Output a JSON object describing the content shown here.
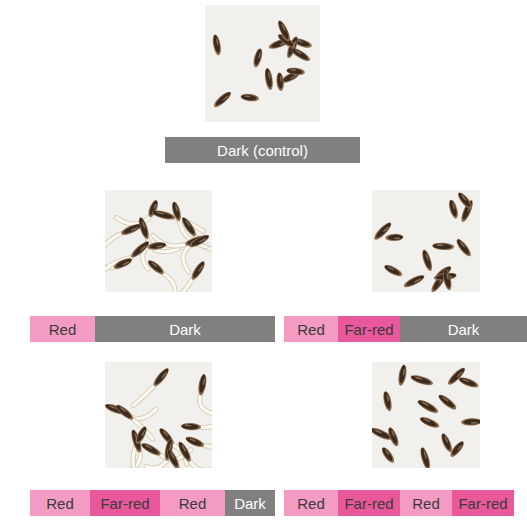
{
  "diagram": {
    "nodes": [
      {
        "text": [
          "Dark (control)"
        ]
      },
      {
        "text": [
          "Red"
        ]
      },
      {
        "text": [
          "Dark"
        ]
      },
      {
        "text": [
          "Red"
        ]
      },
      {
        "text": [
          "Far-red"
        ]
      },
      {
        "text": [
          "Dark"
        ]
      },
      {
        "text": [
          "Red"
        ]
      },
      {
        "text": [
          "Far-red"
        ]
      },
      {
        "text": [
          "Red"
        ]
      },
      {
        "text": [
          "Dark"
        ]
      },
      {
        "text": [
          "Red"
        ]
      },
      {
        "text": [
          "Far-red"
        ]
      },
      {
        "text": [
          "Red"
        ]
      },
      {
        "text": [
          "Far-red"
        ]
      }
    ]
  }
}
